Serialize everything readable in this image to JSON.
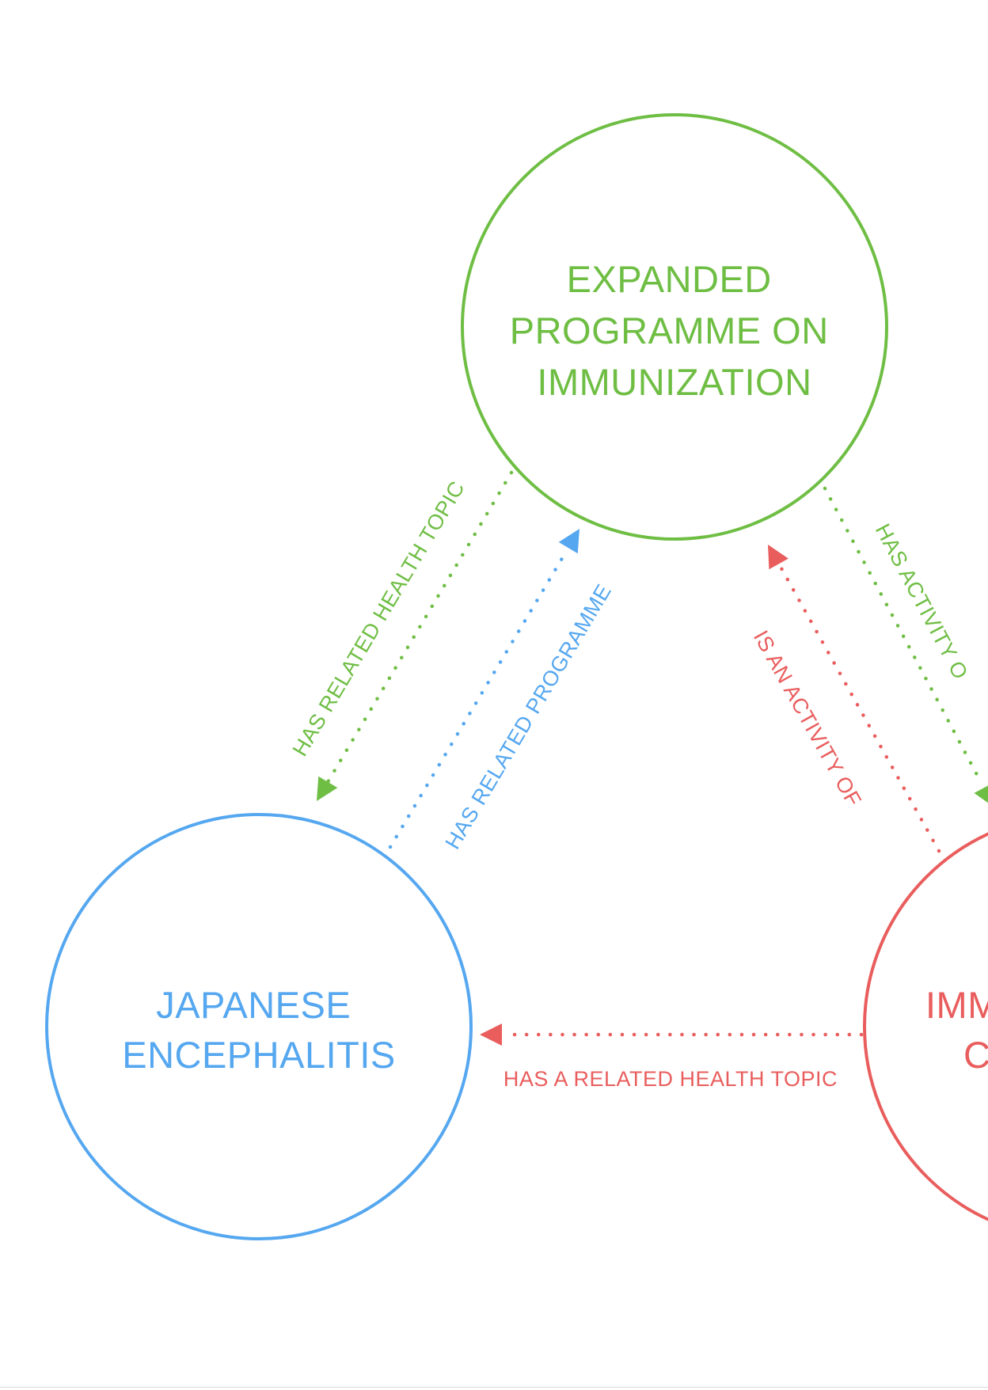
{
  "colors": {
    "green": "#6fbe44",
    "blue": "#55a7f0",
    "red": "#e95d5d"
  },
  "nodes": {
    "epi": {
      "lines": [
        "EXPANDED",
        "PROGRAMME ON",
        "IMMUNIZATION"
      ],
      "color": "green"
    },
    "je": {
      "lines": [
        "JAPANESE",
        "ENCEPHALITIS"
      ],
      "color": "blue"
    },
    "imm": {
      "lines": [
        "IMM",
        "C"
      ],
      "color": "red"
    }
  },
  "edges": {
    "has_related_health_topic": {
      "label": "HAS RELATED HEALTH TOPIC",
      "color": "green",
      "from": "epi",
      "to": "je"
    },
    "has_related_programme": {
      "label": "HAS RELATED PROGRAMME",
      "color": "blue",
      "from": "je",
      "to": "epi"
    },
    "is_an_activity_of": {
      "label": "IS AN ACTIVITY OF",
      "color": "red",
      "from": "imm",
      "to": "epi"
    },
    "has_activity_of": {
      "label": "HAS ACTIVITY O",
      "color": "green",
      "from": "epi",
      "to": "imm"
    },
    "has_a_related_health_topic": {
      "label": "HAS A RELATED HEALTH TOPIC",
      "color": "red",
      "from": "imm",
      "to": "je"
    }
  }
}
